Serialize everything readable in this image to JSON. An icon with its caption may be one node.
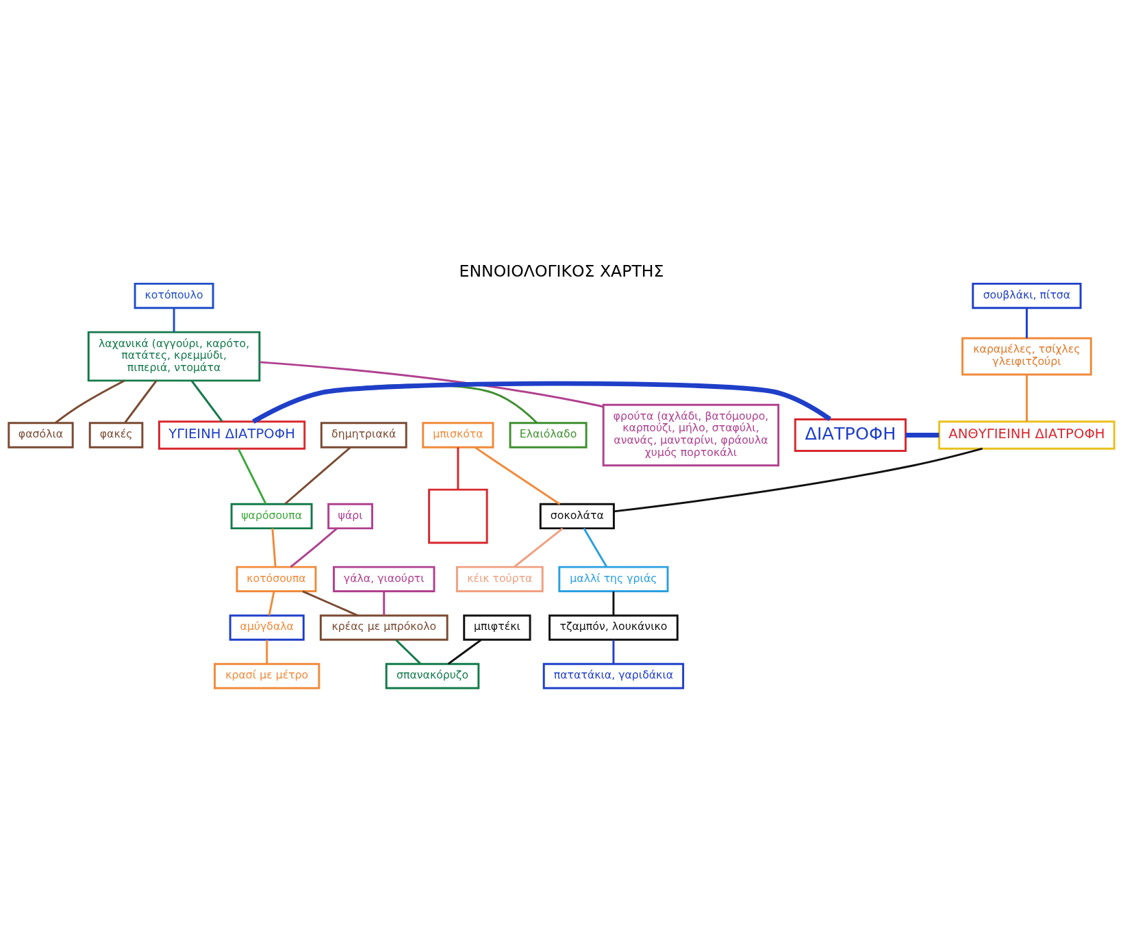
{
  "diagram": {
    "title": "ΕΝΝΟΙΟΛΟΓΙΚΟΣ ΧΑΡΤΗΣ",
    "nodes": [
      {
        "text": [
          "κοτόπουλο"
        ]
      },
      {
        "text": [
          "λαχανικά (αγγούρι, καρότο, πατάτες, κρεμμύδι, πιπεριά, ντομάτα"
        ]
      },
      {
        "text": [
          "φρούτα (αχλάδι, βατόμουρο, καρπούζι, μήλο, σταφύλι, ανανάς, μανταρίνι, φράουλα",
          "χυμός πορτοκάλι"
        ]
      },
      {
        "text": [
          "φασόλια"
        ]
      },
      {
        "text": [
          "φακές"
        ]
      },
      {
        "text": [
          "Ελαιόλαδο"
        ]
      },
      {
        "text": [
          "ΥΓΙΕΙΝΗ ΔΙΑΤΡΟΦΗ"
        ]
      },
      {
        "text": [
          "ΔΙΑΤΡΟΦΗ"
        ]
      },
      {
        "text": [
          "ΑΝΘΥΓΙΕΙΝΗ ΔΙΑΤΡΟΦΗ"
        ]
      },
      {
        "text": [
          "σουβλάκι, πίτσα"
        ]
      },
      {
        "text": [
          "καραμέλες, τσίχλες γλειφιτζούρι"
        ]
      },
      {
        "text": [
          "δημητριακά"
        ]
      },
      {
        "text": [
          "ψαρόσουπα"
        ]
      },
      {
        "text": [
          "κοτόσουπα"
        ]
      },
      {
        "text": [
          "ψάρι"
        ]
      },
      {
        "text": [
          "αμύγδαλα"
        ]
      },
      {
        "text": [
          "κρασί με μέτρο"
        ]
      },
      {
        "text": [
          "κρέας με μπρόκολο"
        ]
      },
      {
        "text": [
          "γάλα, γιαούρτι"
        ]
      },
      {
        "text": [
          "σπανακόρυζο"
        ]
      },
      {
        "text": [
          "μπιφτέκι"
        ]
      },
      {
        "text": [
          "σοκολάτα"
        ]
      },
      {
        "text": [
          "μπισκότα"
        ]
      },
      {
        "text": [
          "κέικ τούρτα"
        ]
      },
      {
        "text": [],
        "shape": "box"
      },
      {
        "text": [
          "μαλλί της γριάς"
        ]
      },
      {
        "text": [
          "τζαμπόν, λουκάνικο"
        ]
      },
      {
        "text": [
          "πατατάκια, γαριδάκια"
        ]
      }
    ],
    "edges": [
      {
        "from": 0,
        "to": 1,
        "arrow": "none",
        "color": "#1f4fc8"
      },
      {
        "from": 1,
        "to": 2,
        "arrow": "none",
        "color": "#b0408f"
      },
      {
        "from": 1,
        "to": 3,
        "arrow": "none",
        "color": "#7a4a32"
      },
      {
        "from": 1,
        "to": 4,
        "arrow": "none",
        "color": "#7a4a32"
      },
      {
        "from": 1,
        "to": 6,
        "arrow": "none",
        "color": "#127a4a"
      },
      {
        "from": 5,
        "to": 6,
        "arrow": "none",
        "color": "#3f8f2f"
      },
      {
        "from": 6,
        "to": 7,
        "arrow": "none",
        "style": "thick",
        "color": "#1f3fc8"
      },
      {
        "from": 7,
        "to": 8,
        "arrow": "none",
        "style": "thick",
        "color": "#1f3fc8"
      },
      {
        "from": 9,
        "to": 10,
        "arrow": "none",
        "color": "#1f3fc8"
      },
      {
        "from": 10,
        "to": 8,
        "arrow": "none",
        "color": "#f08a3a"
      },
      {
        "from": 8,
        "to": 21,
        "arrow": "none",
        "color": "#111111"
      },
      {
        "from": 22,
        "to": 21,
        "arrow": "none",
        "color": "#f08a3a"
      },
      {
        "from": 21,
        "to": 23,
        "arrow": "none",
        "color": "#f0a080"
      },
      {
        "from": 22,
        "to": 24,
        "arrow": "none",
        "color": "#d8282e"
      },
      {
        "from": 21,
        "to": 25,
        "arrow": "none",
        "color": "#2aa0e0"
      },
      {
        "from": 25,
        "to": 26,
        "arrow": "none",
        "color": "#111111"
      },
      {
        "from": 26,
        "to": 27,
        "arrow": "none",
        "color": "#1f3fc8"
      },
      {
        "from": 6,
        "to": 12,
        "arrow": "none",
        "color": "#3aa83a"
      },
      {
        "from": 11,
        "to": 12,
        "arrow": "none",
        "color": "#7a4a32"
      },
      {
        "from": 12,
        "to": 13,
        "arrow": "none",
        "color": "#f08a3a"
      },
      {
        "from": 14,
        "to": 13,
        "arrow": "none",
        "color": "#b0408f"
      },
      {
        "from": 13,
        "to": 15,
        "arrow": "none",
        "color": "#f08a3a"
      },
      {
        "from": 15,
        "to": 16,
        "arrow": "none",
        "color": "#f08a3a"
      },
      {
        "from": 13,
        "to": 17,
        "arrow": "none",
        "color": "#7a4a32"
      },
      {
        "from": 18,
        "to": 17,
        "arrow": "none",
        "color": "#b0408f"
      },
      {
        "from": 17,
        "to": 19,
        "arrow": "none",
        "color": "#127a4a"
      },
      {
        "from": 20,
        "to": 19,
        "arrow": "none",
        "color": "#111111"
      }
    ]
  }
}
